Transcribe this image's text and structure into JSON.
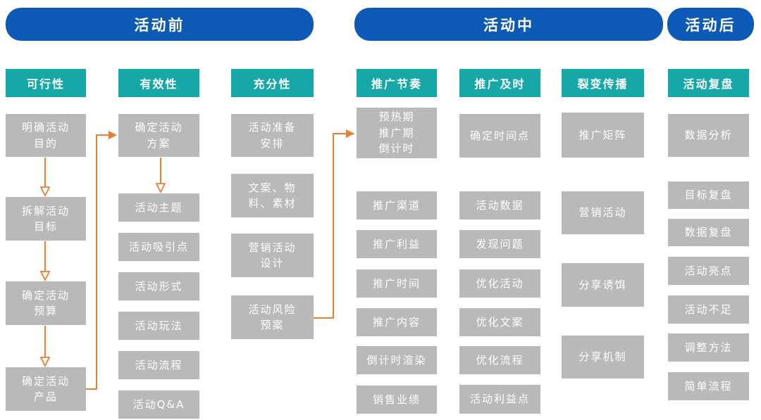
{
  "phases": [
    {
      "label": "活动前"
    },
    {
      "label": "活动中"
    },
    {
      "label": "活动后"
    }
  ],
  "columns": [
    {
      "header": "可行性",
      "items": [
        "明确活动\n目的",
        "拆解活动\n目标",
        "确定活动\n预算",
        "确定活动\n产品"
      ]
    },
    {
      "header": "有效性",
      "items": [
        "确定活动\n方案",
        "活动主题",
        "活动吸引点",
        "活动形式",
        "活动玩法",
        "活动流程",
        "活动Q&A"
      ]
    },
    {
      "header": "充分性",
      "items": [
        "活动准备\n安排",
        "文案、物\n料、素材",
        "营销活动\n设计",
        "活动风险\n预案"
      ]
    },
    {
      "header": "推广节奏",
      "items": [
        "预热期\n推广期\n倒计时",
        "推广渠道",
        "推广利益",
        "推广时间",
        "推广内容",
        "倒计时渲染",
        "销售业绩"
      ]
    },
    {
      "header": "推广及时",
      "items": [
        "确定时间点",
        "活动数据",
        "发现问题",
        "优化活动",
        "优化文案",
        "优化流程",
        "活动利益点"
      ]
    },
    {
      "header": "裂变传播",
      "items": [
        "推广矩阵",
        "营销活动",
        "分享诱饵",
        "分享机制"
      ]
    },
    {
      "header": "活动复盘",
      "items": [
        "数据分析",
        "目标复盘",
        "数据复盘",
        "活动亮点",
        "活动不足",
        "调整方法",
        "简单流程"
      ]
    }
  ],
  "colors": {
    "phase_bar": "#0C5AB5",
    "category": "#18A7A7",
    "node": "#B9B9B9",
    "node_text": "#FFFFFF",
    "connector": "#ED7D31"
  }
}
